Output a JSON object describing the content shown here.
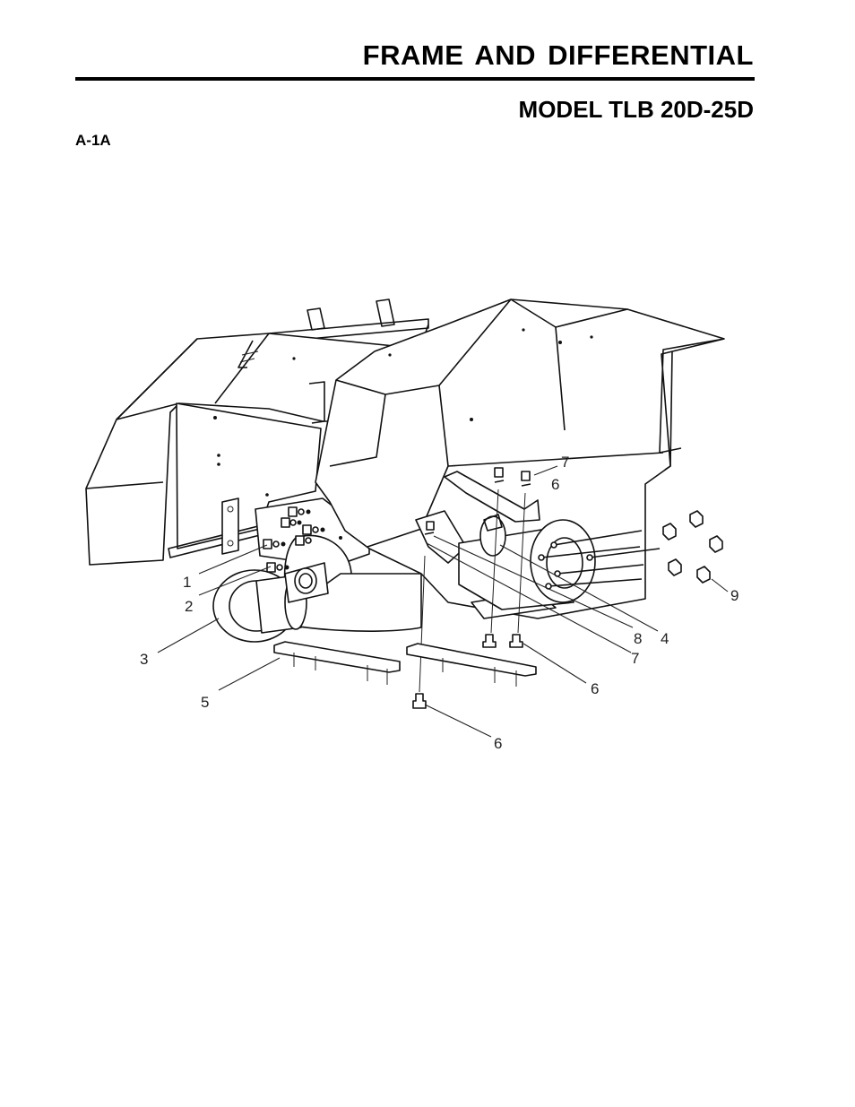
{
  "header": {
    "title": "FRAME AND DIFFERENTIAL",
    "model": "MODEL TLB 20D-25D",
    "figure_id": "A-1A"
  },
  "callouts": {
    "c1": "1",
    "c2": "2",
    "c3": "3",
    "c4": "4",
    "c5": "5",
    "c6a": "6",
    "c6b": "6",
    "c6c": "6",
    "c7a": "7",
    "c7b": "7",
    "c8": "8",
    "c9": "9"
  }
}
